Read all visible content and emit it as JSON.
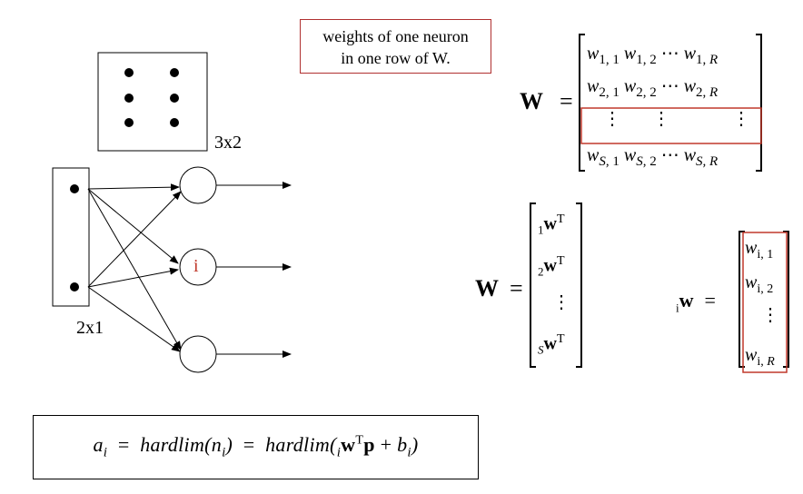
{
  "note": {
    "line1": "weights of one neuron",
    "line2": "in one row of W."
  },
  "input_label": "2x1",
  "input_weight_label": "3x2",
  "neuron_i_label": "i",
  "matrix_W": {
    "symbol": "W",
    "rows": [
      [
        "w1, 1",
        "w1, 2",
        "⋯",
        "w1, R"
      ],
      [
        "w2, 1",
        "w2, 2",
        "⋯",
        "w2, R"
      ],
      [
        "⋮",
        "⋮",
        "",
        "⋮"
      ],
      [
        "wS, 1",
        "wS, 2",
        "⋯",
        "wS, R"
      ]
    ]
  },
  "matrix_W_rows": {
    "symbol": "W",
    "entries": [
      "1wT",
      "2wT",
      "⋮",
      "SwT"
    ]
  },
  "vector_iw": {
    "symbol": "iw",
    "entries": [
      "wi, 1",
      "wi, 2",
      "⋮",
      "wi, R"
    ]
  },
  "formula": "ai = hardlim(ni) = hardlim(iwTp + bi)",
  "colors": {
    "highlight": "#c0392b",
    "ink": "#000000"
  }
}
